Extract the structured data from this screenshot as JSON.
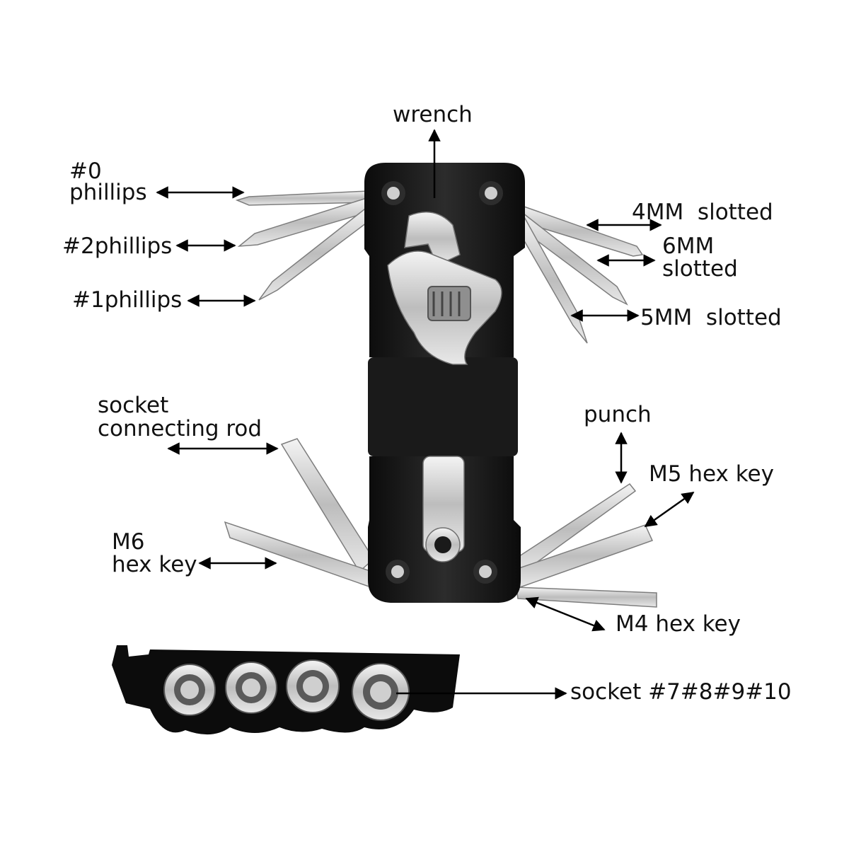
{
  "labels": {
    "wrench": "wrench",
    "phillips_0_line1": "#0",
    "phillips_0_line2": "phillips",
    "phillips_2": "#2phillips",
    "phillips_1": "#1phillips",
    "slotted_4": "4MM  slotted",
    "slotted_6_line1": "6MM",
    "slotted_6_line2": "slotted",
    "slotted_5": "5MM  slotted",
    "socket_rod_line1": "socket",
    "socket_rod_line2": "connecting rod",
    "punch": "punch",
    "m5_hex": "M5 hex key",
    "m6_line1": "M6",
    "m6_line2": "hex key",
    "m4_hex": "M4 hex key",
    "sockets": "socket #7#8#9#10"
  },
  "colors": {
    "background": "#ffffff",
    "body": "#141414",
    "metal": "#d6d6d6",
    "text": "#111111"
  },
  "icons": [
    "multi-tool-illustration",
    "socket-holder-illustration"
  ]
}
